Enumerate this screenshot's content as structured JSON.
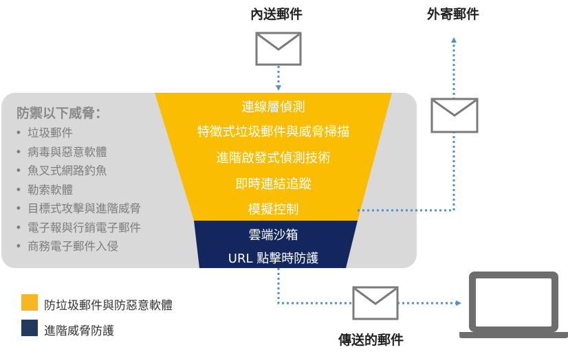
{
  "labels": {
    "inbound": "內送郵件",
    "outbound": "外寄郵件",
    "delivered": "傳送的郵件"
  },
  "threats": {
    "title": "防禦以下威脅：",
    "bullet": "•",
    "items": [
      "垃圾郵件",
      "病毒與惡意軟體",
      "魚叉式網路釣魚",
      "勒索軟體",
      "目標式攻擊與進階威脅",
      "電子報與行銷電子郵件",
      "商務電子郵件入侵"
    ]
  },
  "funnel": {
    "yellow_layers": [
      "連線層偵測",
      "特徵式垃圾郵件與威脅掃描",
      "進階啟發式偵測技術",
      "即時連結追蹤",
      "模擬控制"
    ],
    "navy_layers": [
      "雲端沙箱",
      "URL 點擊時防護"
    ]
  },
  "legend": [
    {
      "label": "防垃圾郵件與防惡意軟體",
      "color": "#f8b722"
    },
    {
      "label": "進階威脅防護",
      "color": "#223a5e"
    }
  ],
  "colors": {
    "yellow": "#fbbd02",
    "navy": "#13265e",
    "panel": "#d9d9d9",
    "dotted": "#4f8fcf",
    "envelope": "#7a7a7a"
  }
}
